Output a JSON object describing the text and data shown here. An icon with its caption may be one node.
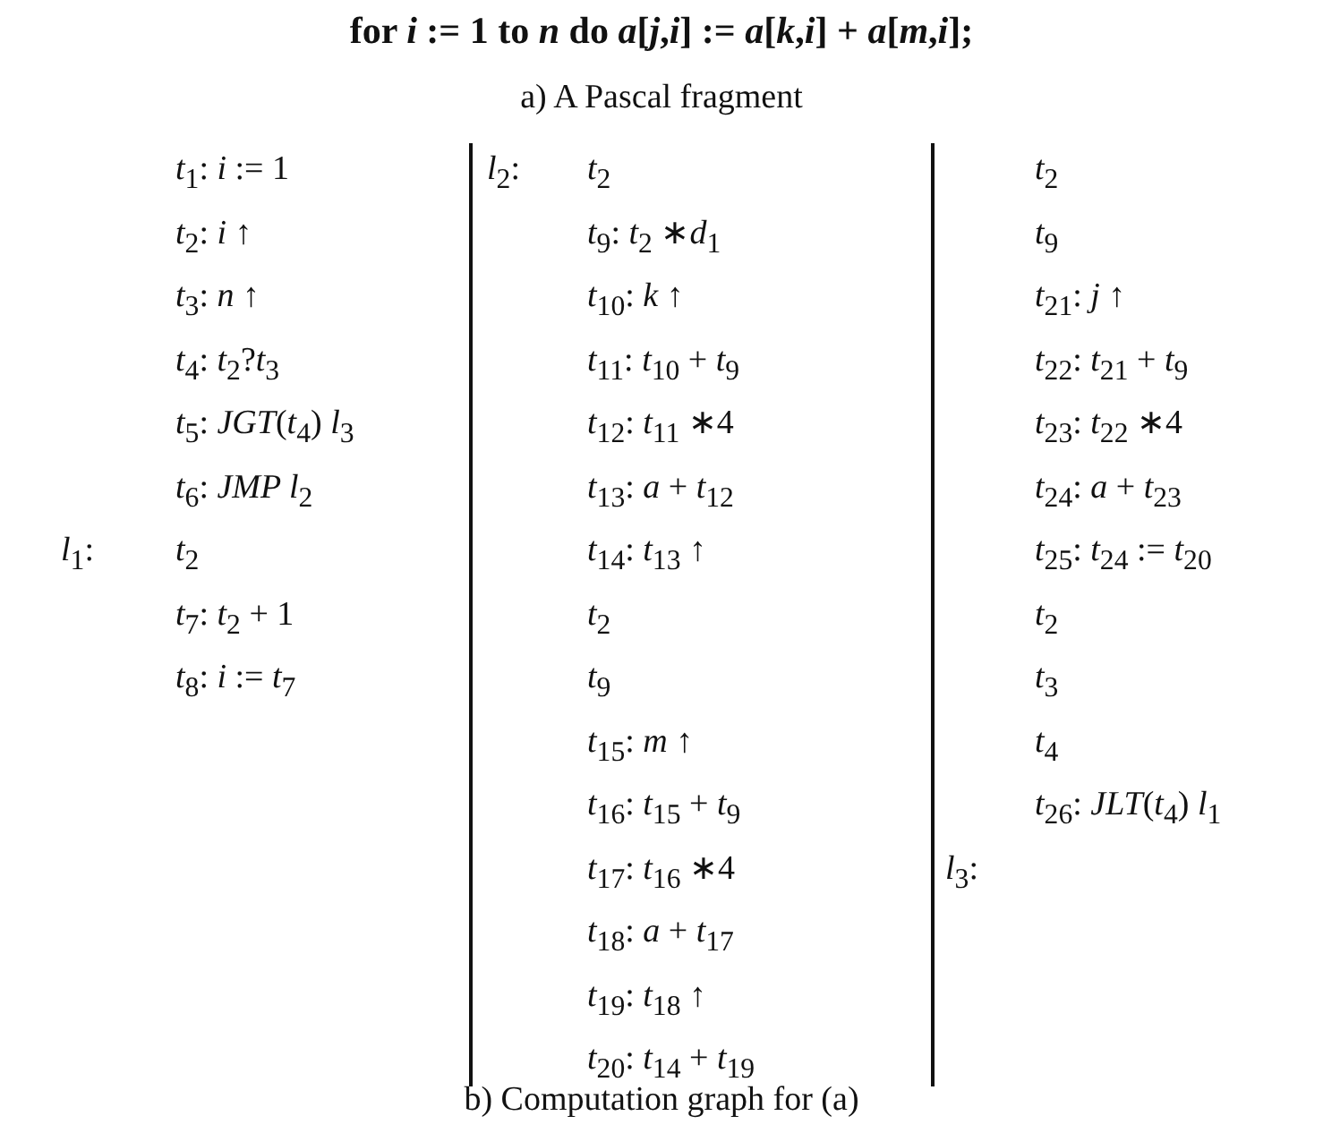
{
  "diagram": {
    "title": "for *i* := 1 to *n* do *a*[*j*,*i*] := *a*[*k*,*i*] + *a*[*m*,*i*];",
    "caption": "b) Computation graph for (a)",
    "labels": [
      "a) A Pascal fragment",
      "*t*$_{1}$: *i* := 1",
      "*t*$_{2}$: *i* ↑",
      "*t*$_{3}$: *n* ↑",
      "*t*$_{4}$: *t*$_{2}$?*t*$_{3}$",
      "*t*$_{5}$: *JGT*(*t*$_{4}$) *l*$_{3}$",
      "*t*$_{6}$: *JMP l*$_{2}$",
      "*l*$_{1}$:",
      "*t*$_{2}$",
      "*t*$_{7}$: *t*$_{2}$ + 1",
      "*t*$_{8}$: *i* := *t*$_{7}$",
      "*l*$_{2}$:",
      "*t*$_{2}$",
      "*t*$_{9}$: *t*$_{2}$ ∗*d*$_{1}$",
      "*t*$_{10}$: *k* ↑",
      "*t*$_{11}$: *t*$_{10}$ + *t*$_{9}$",
      "*t*$_{12}$: *t*$_{11}$ ∗4",
      "*t*$_{13}$: *a* + *t*$_{12}$",
      "*t*$_{14}$: *t*$_{13}$ ↑",
      "*t*$_{2}$",
      "*t*$_{9}$",
      "*t*$_{15}$: *m* ↑",
      "*t*$_{16}$: *t*$_{15}$ + *t*$_{9}$",
      "*t*$_{17}$: *t*$_{16}$ ∗4",
      "*t*$_{18}$: *a* + *t*$_{17}$",
      "*t*$_{19}$: *t*$_{18}$ ↑",
      "*t*$_{20}$: *t*$_{14}$ + *t*$_{19}$",
      "*t*$_{2}$",
      "*t*$_{9}$",
      "*t*$_{21}$: *j* ↑",
      "*t*$_{22}$: *t*$_{21}$ + *t*$_{9}$",
      "*t*$_{23}$: *t*$_{22}$ ∗4",
      "*t*$_{24}$: *a* + *t*$_{23}$",
      "*t*$_{25}$: *t*$_{24}$ := *t*$_{20}$",
      "*t*$_{2}$",
      "*t*$_{3}$",
      "*t*$_{4}$",
      "*t*$_{26}$: *JLT*(*t*$_{4}$) *l*$_{1}$",
      "*l*$_{3}$:"
    ]
  }
}
